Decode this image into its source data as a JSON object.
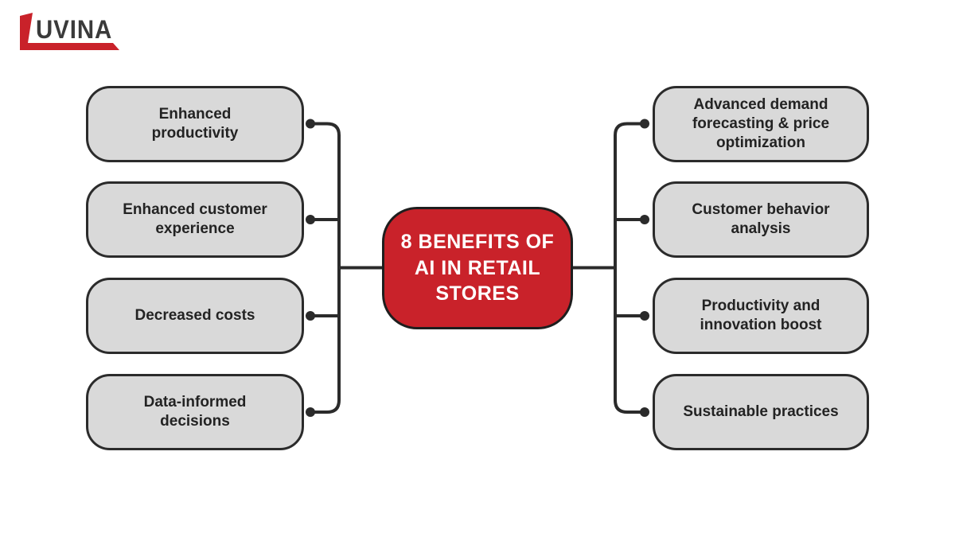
{
  "logo": {
    "text": "UVINA"
  },
  "center_node": {
    "label": "8 BENEFITS OF\nAI IN RETAIL\nSTORES"
  },
  "left_nodes": [
    {
      "label": "Enhanced\nproductivity"
    },
    {
      "label": "Enhanced customer\nexperience"
    },
    {
      "label": "Decreased costs"
    },
    {
      "label": "Data-informed\ndecisions"
    }
  ],
  "right_nodes": [
    {
      "label": "Advanced demand\nforecasting & price\noptimization"
    },
    {
      "label": "Customer behavior\nanalysis"
    },
    {
      "label": "Productivity and\ninnovation boost"
    },
    {
      "label": "Sustainable practices"
    }
  ],
  "colors": {
    "accent_red": "#C9222A",
    "node_fill": "#D9D9D9",
    "line": "#2B2B2B",
    "center_text": "#FFFFFF"
  }
}
